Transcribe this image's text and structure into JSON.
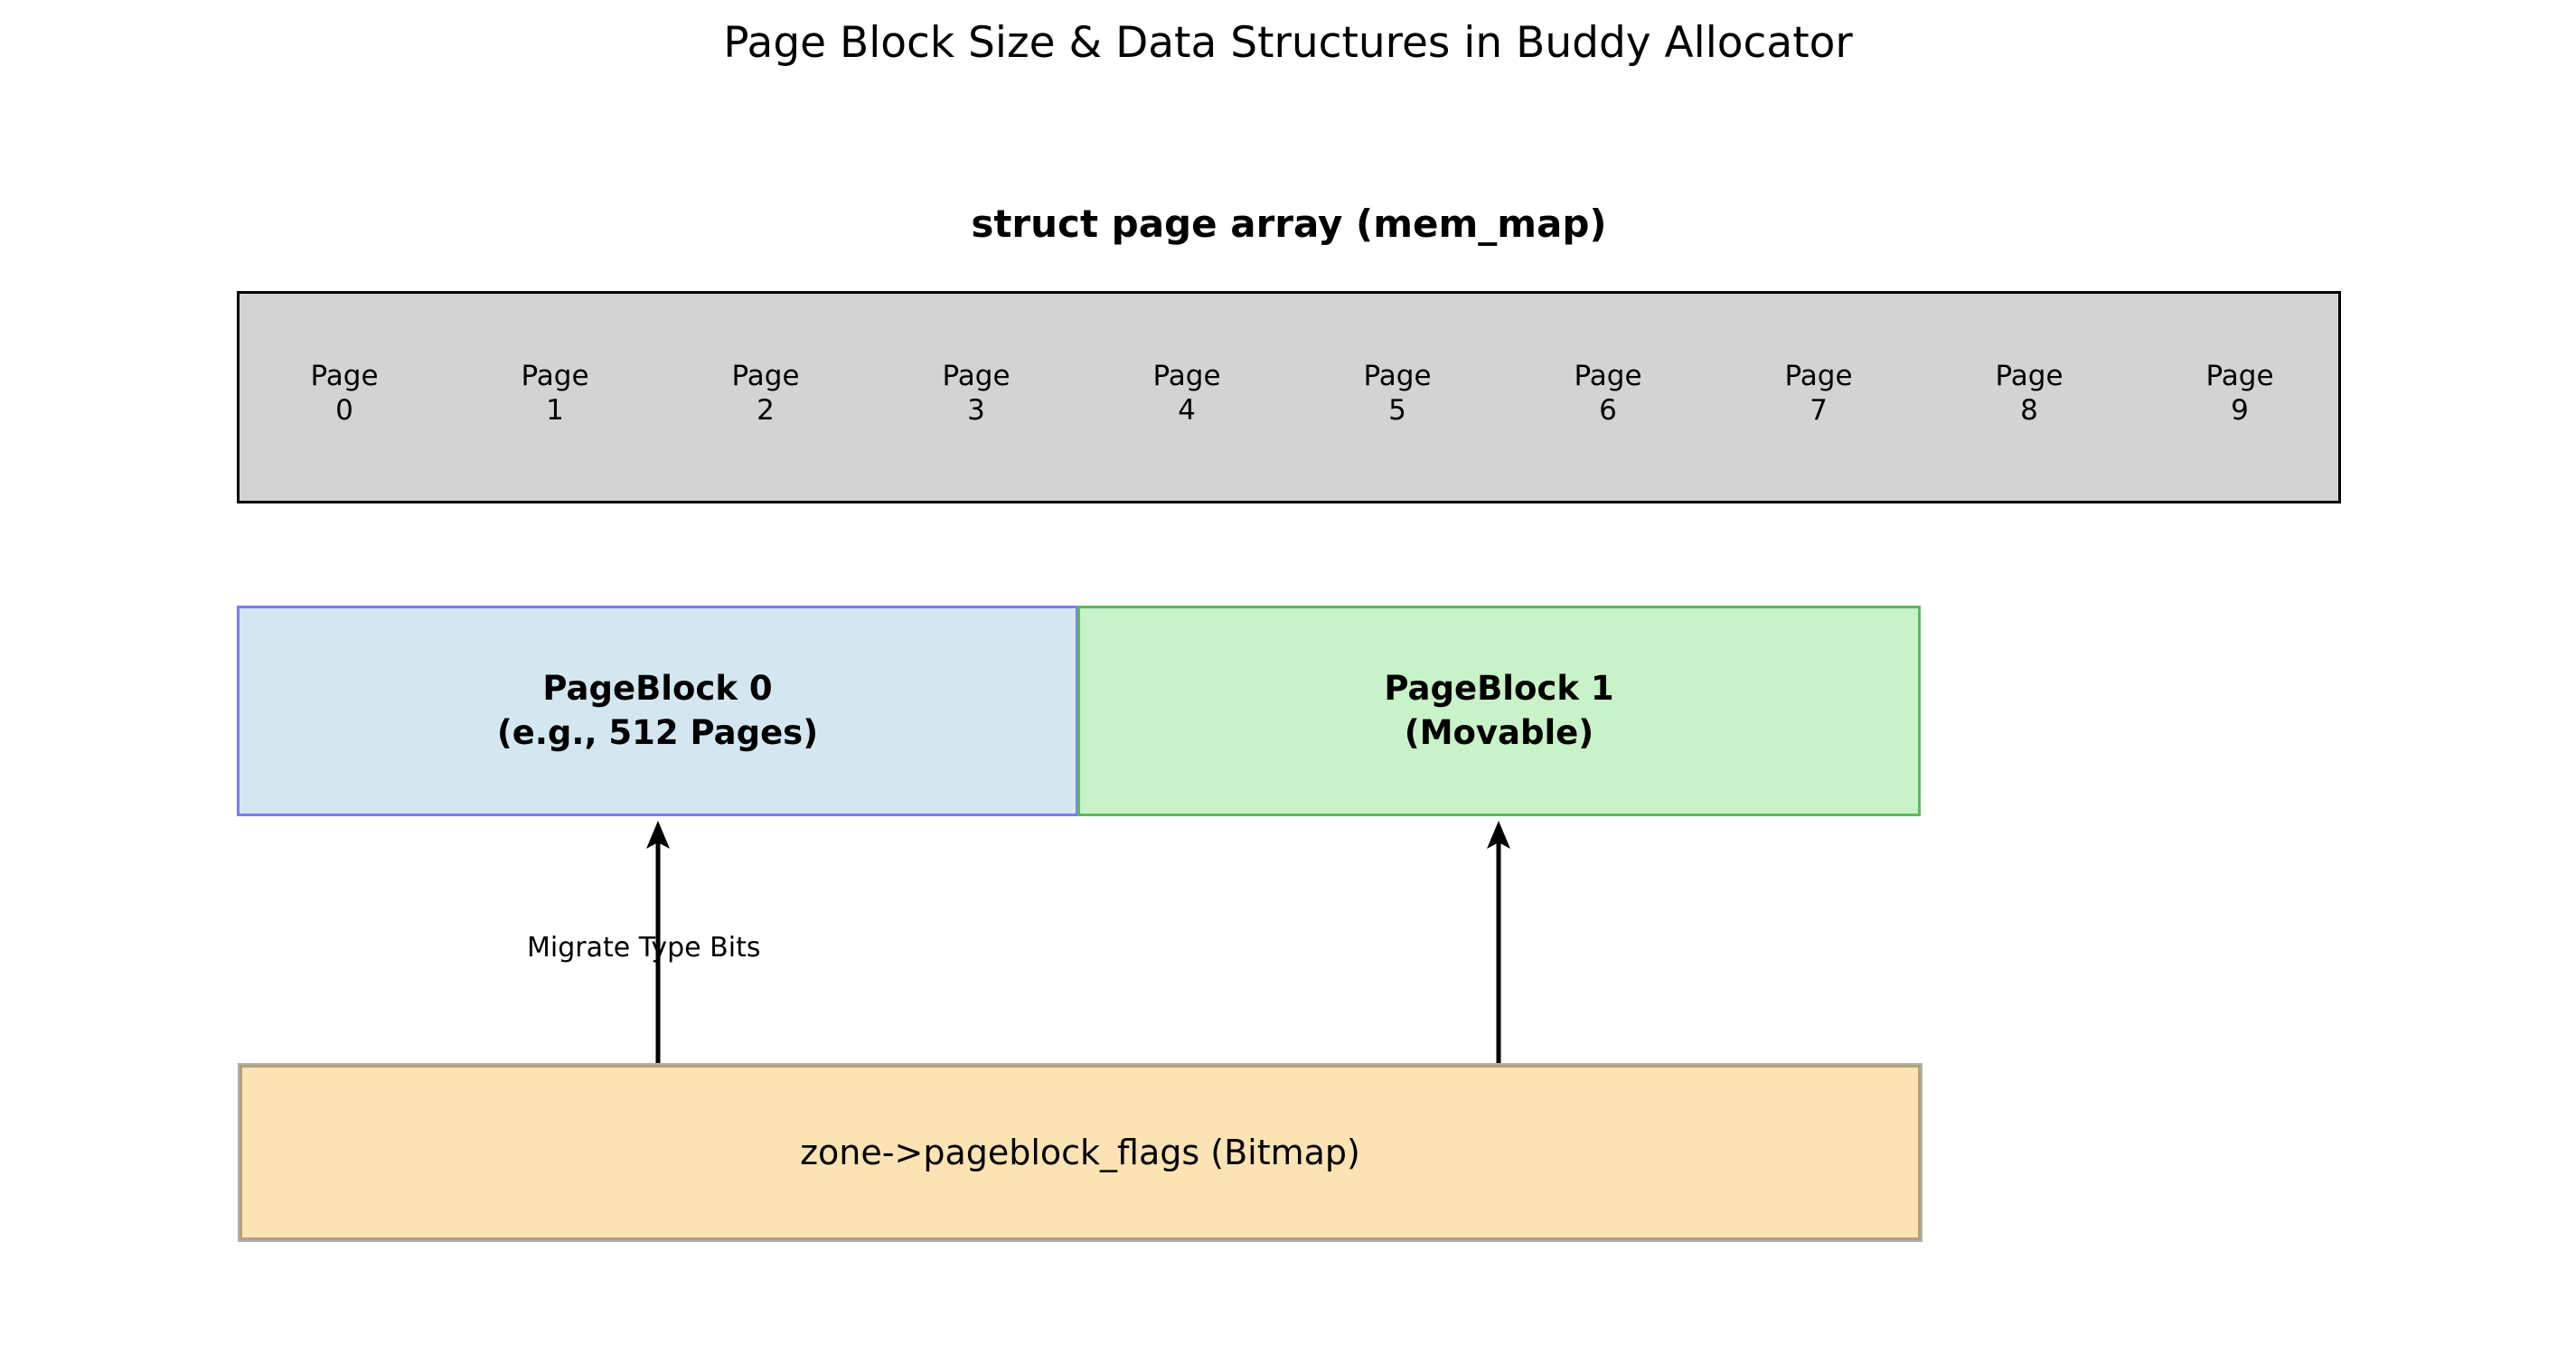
{
  "figure": {
    "title": "Page Block Size & Data Structures in Buddy Allocator",
    "background_color": "#ffffff"
  },
  "page_array": {
    "heading": "struct page array (mem_map)",
    "fill_color": "#d3d3d3",
    "border_color": "#000000",
    "cells": [
      {
        "label": "Page",
        "index": "0"
      },
      {
        "label": "Page",
        "index": "1"
      },
      {
        "label": "Page",
        "index": "2"
      },
      {
        "label": "Page",
        "index": "3"
      },
      {
        "label": "Page",
        "index": "4"
      },
      {
        "label": "Page",
        "index": "5"
      },
      {
        "label": "Page",
        "index": "6"
      },
      {
        "label": "Page",
        "index": "7"
      },
      {
        "label": "Page",
        "index": "8"
      },
      {
        "label": "Page",
        "index": "9"
      }
    ]
  },
  "pageblocks": [
    {
      "name": "pageblock-0",
      "line1": "PageBlock 0",
      "line2": "(e.g., 512 Pages)",
      "fill_color": "#d4e7f0",
      "border_color": "#7b7bfa"
    },
    {
      "name": "pageblock-1",
      "line1": "PageBlock 1",
      "line2": "(Movable)",
      "fill_color": "#c8f2c8",
      "border_color": "#5cb85c"
    }
  ],
  "bitmap": {
    "label": "zone->pageblock_flags (Bitmap)",
    "fill_color": "#fce3b4",
    "border_color": "#b5a07a"
  },
  "annotations": {
    "migrate_type_label": "Migrate Type Bits",
    "arrow_color": "#000000"
  }
}
